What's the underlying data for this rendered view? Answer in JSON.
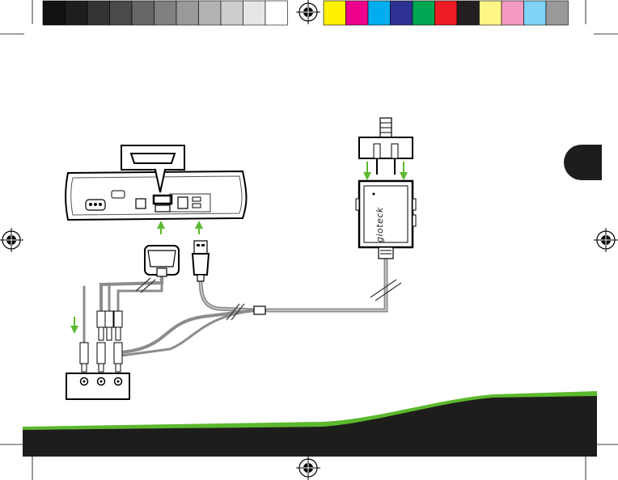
{
  "color_bar": {
    "grays": [
      "#111111",
      "#1e1e1e",
      "#333333",
      "#4a4a4a",
      "#666666",
      "#808080",
      "#999999",
      "#b3b3b3",
      "#cccccc",
      "#e6e6e6",
      "#ffffff"
    ],
    "colors": [
      "#fff200",
      "#ec008c",
      "#00aeef",
      "#2e3192",
      "#00a651",
      "#ed1c24",
      "#231f20",
      "#fff685",
      "#f49ac1",
      "#7fd3f7",
      "#999999"
    ]
  },
  "accent_green": "#5cb82e",
  "dark_band": "#1d1d1b",
  "diagram": {
    "console": "xbox-console-rear",
    "adapter_brand": "gioteck",
    "components": [
      "av-connector",
      "usb-plug",
      "headset-adapter-box",
      "controller-plug",
      "tv-av-input"
    ]
  }
}
